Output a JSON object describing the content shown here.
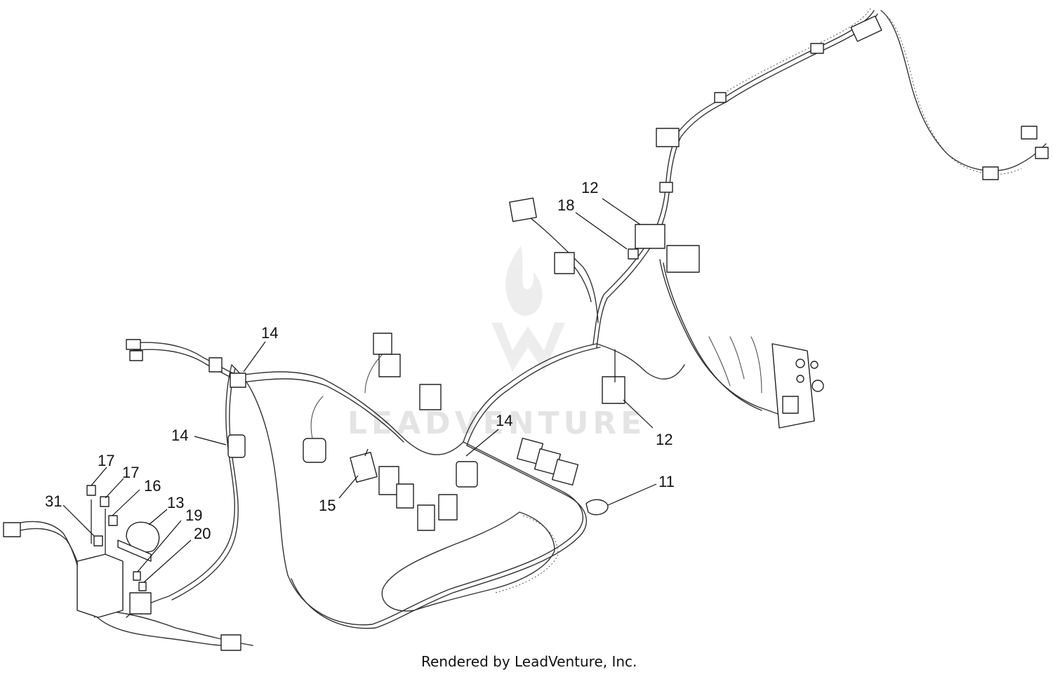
{
  "diagram": {
    "callouts": [
      {
        "id": "c12a",
        "label": "12"
      },
      {
        "id": "c18",
        "label": "18"
      },
      {
        "id": "c14a",
        "label": "14"
      },
      {
        "id": "c14b",
        "label": "14"
      },
      {
        "id": "c14c",
        "label": "14"
      },
      {
        "id": "c12b",
        "label": "12"
      },
      {
        "id": "c15",
        "label": "15"
      },
      {
        "id": "c11",
        "label": "11"
      },
      {
        "id": "c17a",
        "label": "17"
      },
      {
        "id": "c17b",
        "label": "17"
      },
      {
        "id": "c16",
        "label": "16"
      },
      {
        "id": "c31",
        "label": "31"
      },
      {
        "id": "c13",
        "label": "13"
      },
      {
        "id": "c19",
        "label": "19"
      },
      {
        "id": "c20",
        "label": "20"
      }
    ],
    "watermark": "LEADVENTURE",
    "footer": "Rendered by LeadVenture, Inc."
  }
}
